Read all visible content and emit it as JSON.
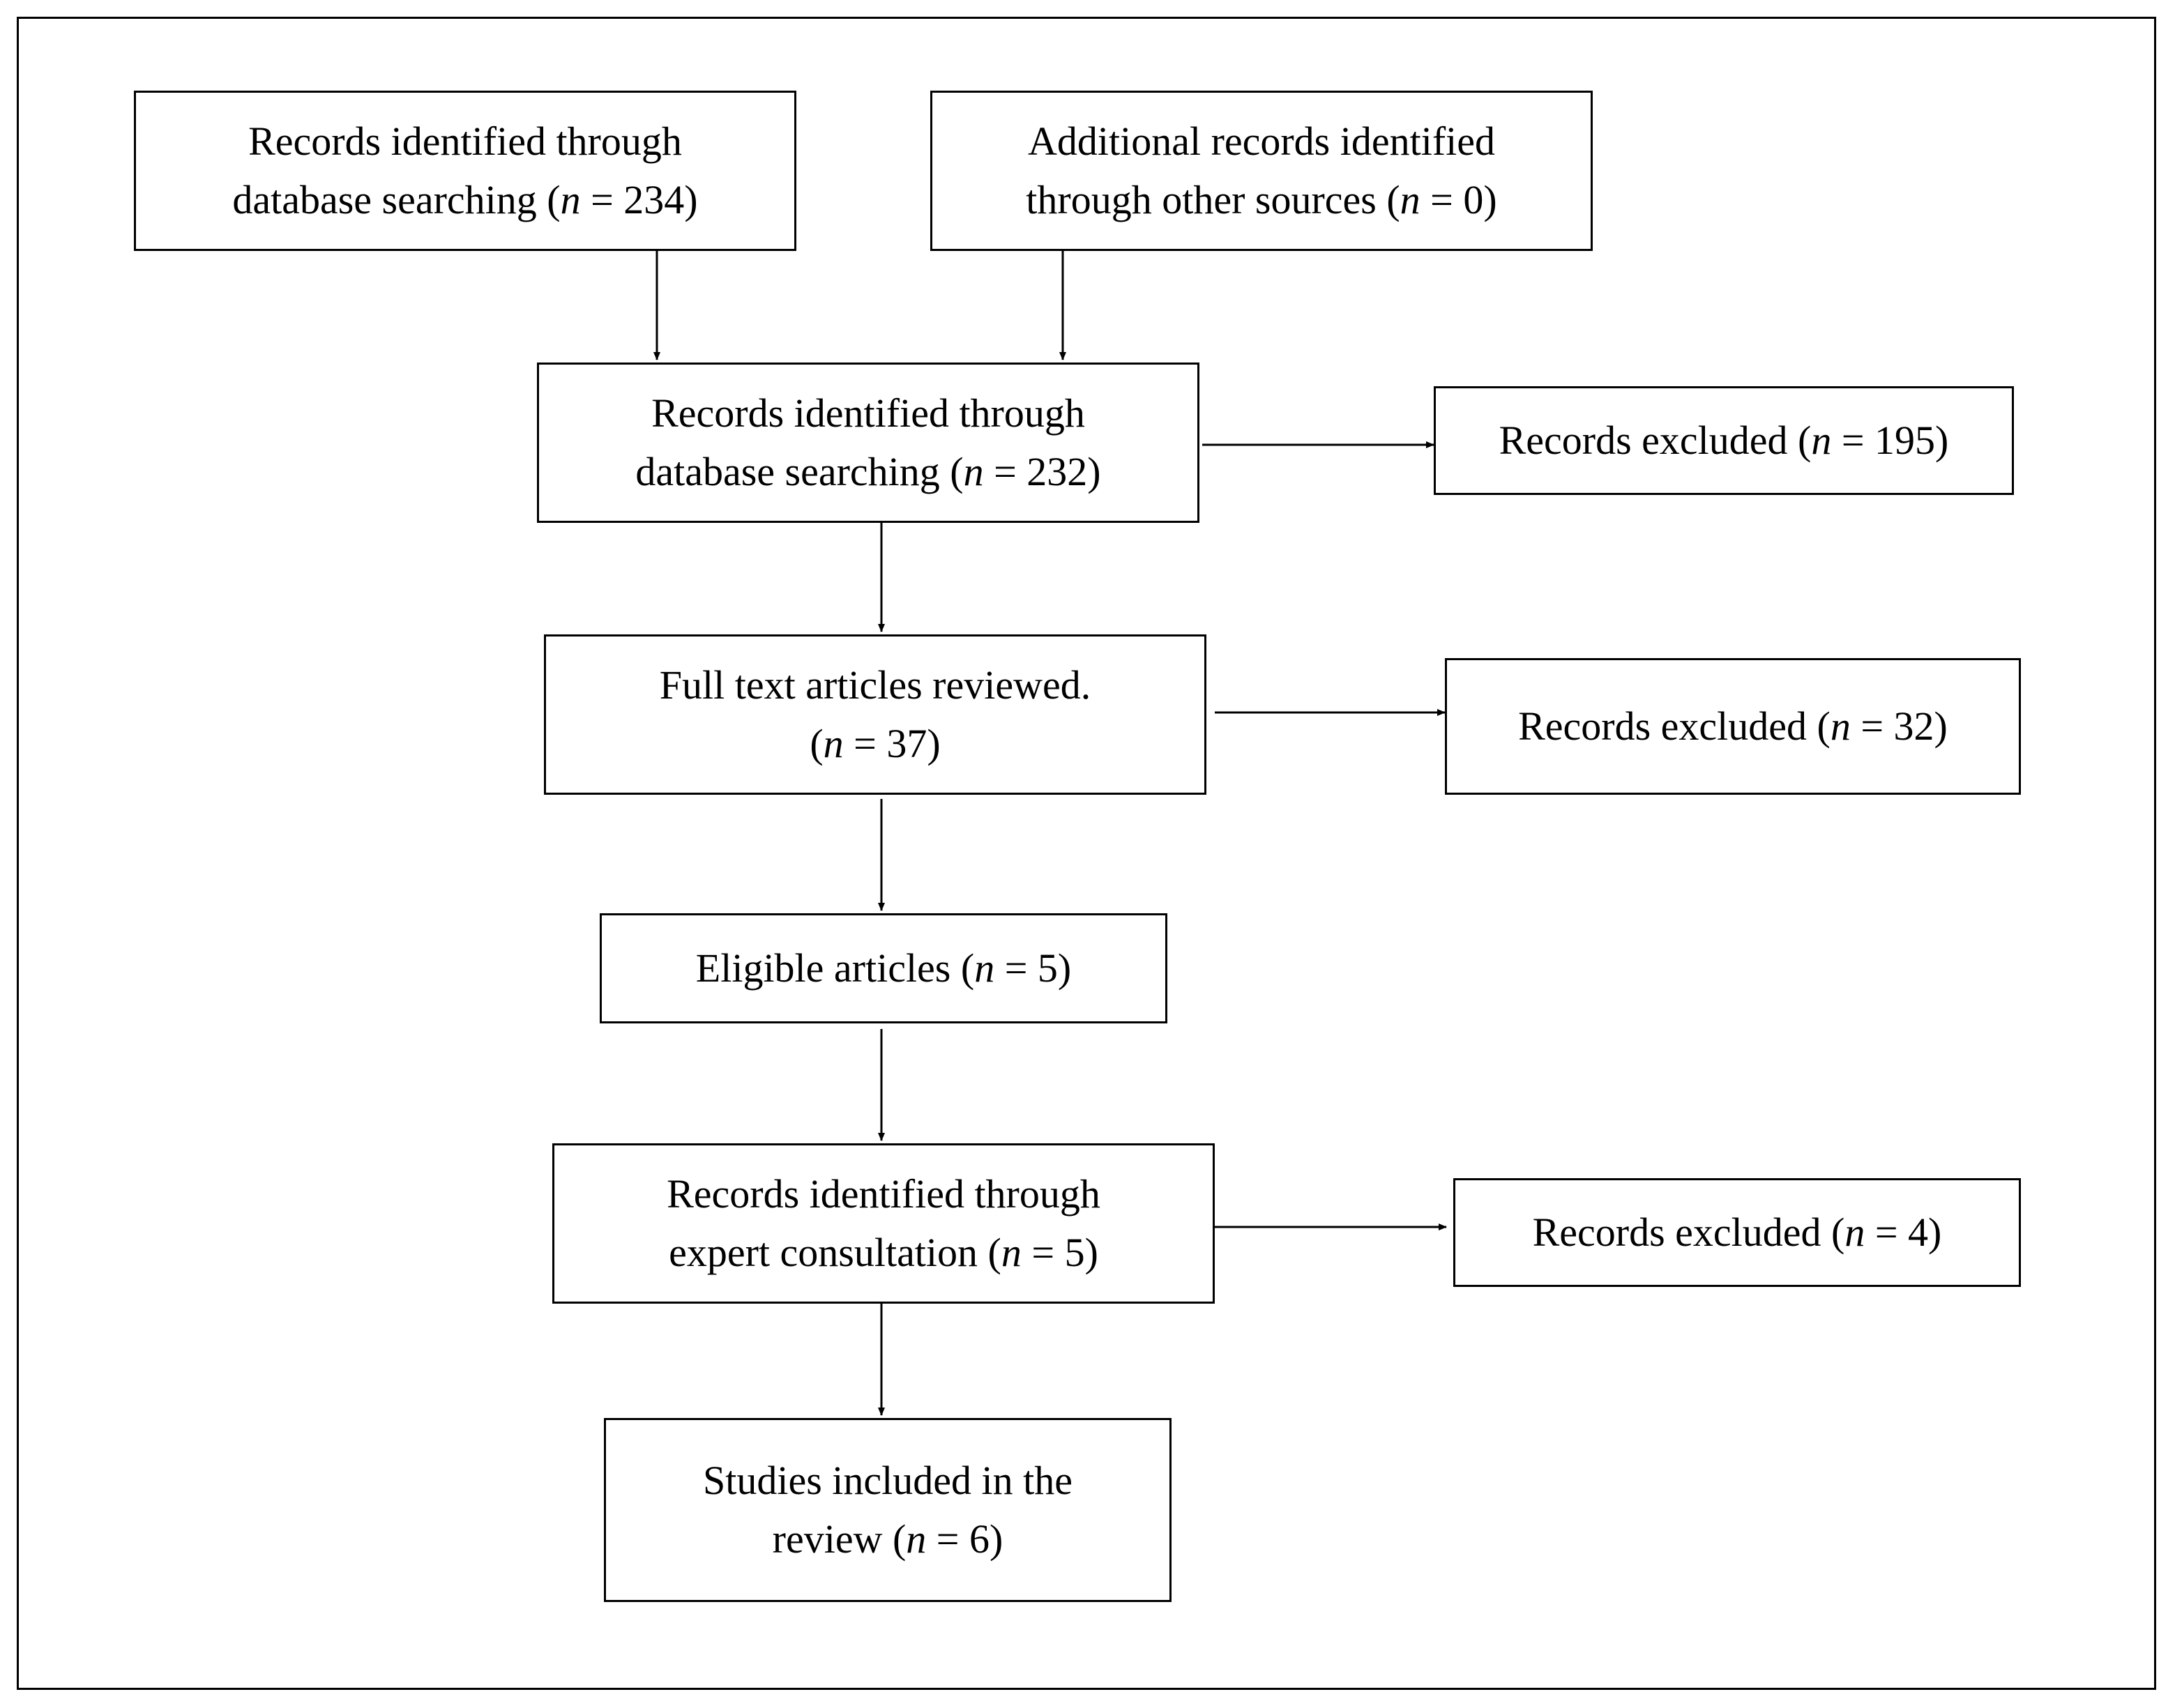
{
  "boxes": {
    "db_search": {
      "l1": "Records identified through",
      "l2_pre": "database searching (",
      "n": "n",
      "l2_post": " = 234)"
    },
    "other_sources": {
      "l1": "Additional records identified",
      "l2_pre": "through other sources (",
      "n": "n",
      "l2_post": " = 0)"
    },
    "db_search_2": {
      "l1": "Records identified through",
      "l2_pre": "database searching (",
      "n": "n",
      "l2_post": " = 232)"
    },
    "excluded_1": {
      "l1_pre": "Records excluded (",
      "n": "n",
      "l1_post": " = 195)"
    },
    "full_text": {
      "l1": "Full text articles reviewed.",
      "l2_pre": "(",
      "n": "n",
      "l2_post": " = 37)"
    },
    "excluded_2": {
      "l1_pre": "Records excluded (",
      "n": "n",
      "l1_post": " = 32)"
    },
    "eligible": {
      "l1_pre": "Eligible articles (",
      "n": "n",
      "l1_post": " = 5)"
    },
    "expert": {
      "l1": "Records identified through",
      "l2_pre": "expert consultation (",
      "n": "n",
      "l2_post": " = 5)"
    },
    "excluded_3": {
      "l1_pre": "Records excluded (",
      "n": "n",
      "l1_post": " = 4)"
    },
    "included": {
      "l1": "Studies included in the",
      "l2_pre": "review (",
      "n": "n",
      "l2_post": " = 6)"
    }
  },
  "colors": {
    "stroke": "#000000",
    "background": "#ffffff"
  }
}
